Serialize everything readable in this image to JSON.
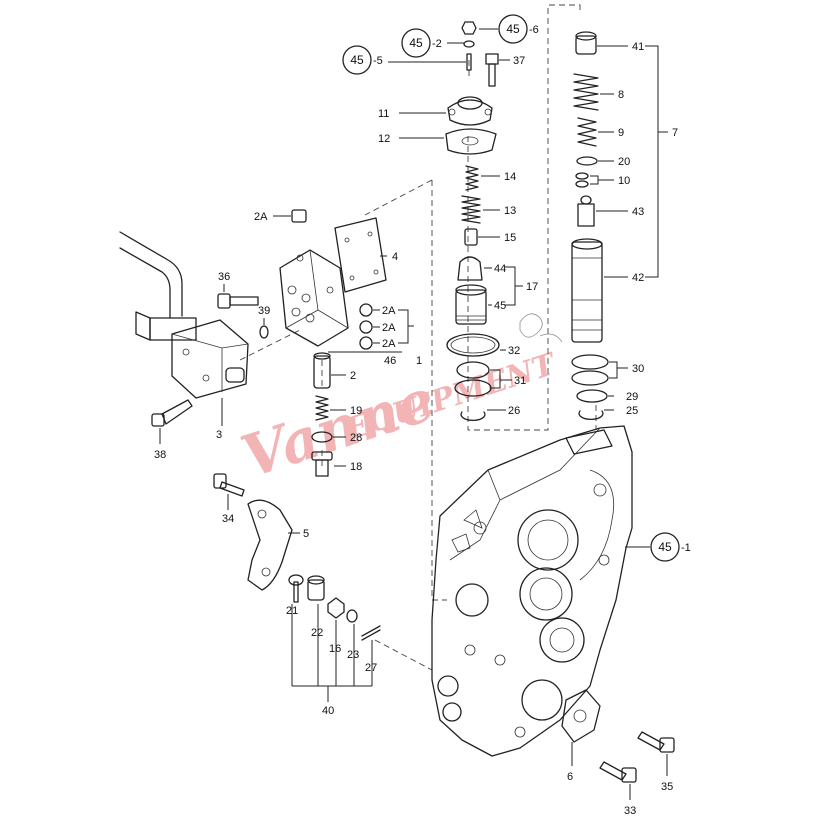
{
  "watermark": {
    "script_text": "Vanne",
    "block_text": "EQUIPMENT",
    "color": "#e87878"
  },
  "callouts": {
    "c1": "45",
    "c1s": "-6",
    "c2": "45",
    "c2s": "-2",
    "c3": "45",
    "c3s": "-5",
    "c4": "45",
    "c4s": "-1"
  },
  "labels": {
    "p41": "41",
    "p37": "37",
    "p11": "11",
    "p12": "12",
    "p8": "8",
    "p9": "9",
    "p7": "7",
    "p20": "20",
    "p10": "10",
    "p14": "14",
    "p13": "13",
    "p43": "43",
    "p15": "15",
    "p2A_top": "2A",
    "p4": "4",
    "p36": "36",
    "p44": "44",
    "p17": "17",
    "p45": "45",
    "p42": "42",
    "p39": "39",
    "p2A_a": "2A",
    "p2A_b": "2A",
    "p2A_c": "2A",
    "p1": "1",
    "p46": "46",
    "p32": "32",
    "p30": "30",
    "p2": "2",
    "p31": "31",
    "p29": "29",
    "p26": "26",
    "p25": "25",
    "p19": "19",
    "p28": "28",
    "p3": "3",
    "p38": "38",
    "p18": "18",
    "p34": "34",
    "p5": "5",
    "p21": "21",
    "p22": "22",
    "p16": "16",
    "p23": "23",
    "p27": "27",
    "p40": "40",
    "p6": "6",
    "p35": "35",
    "p33": "33"
  }
}
